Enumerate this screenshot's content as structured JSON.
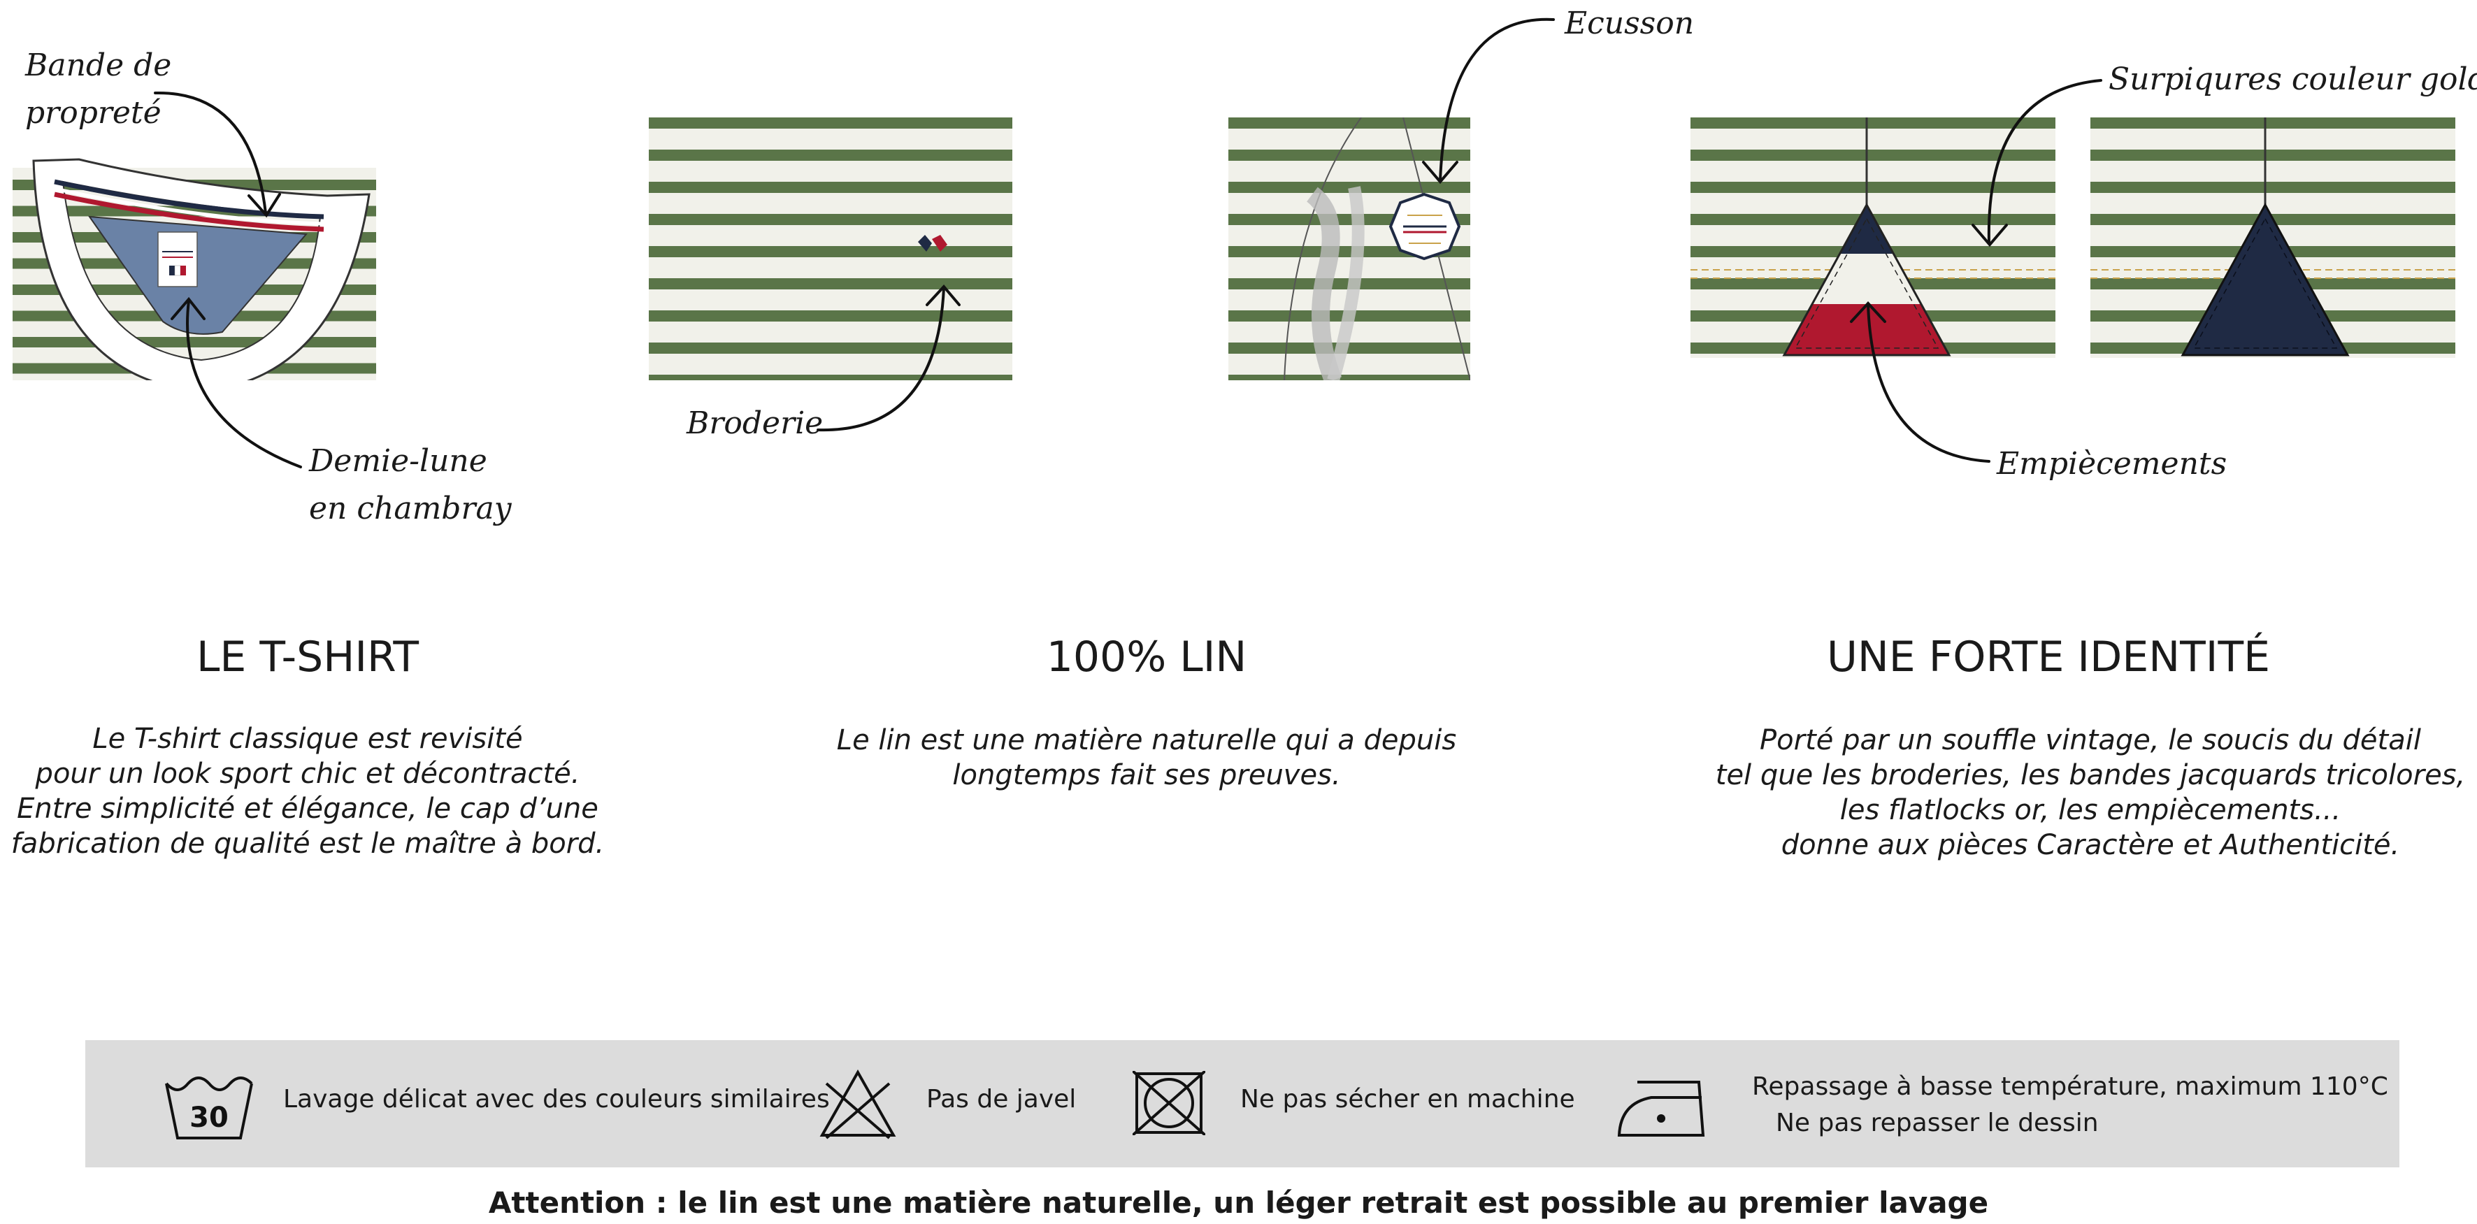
{
  "callouts": {
    "bande_line1": "Bande de",
    "bande_line2": "propreté",
    "demilune_line1": "Demie-lune",
    "demilune_line2": "en chambray",
    "broderie": "Broderie",
    "ecusson": "Ecusson",
    "surpiqures": "Surpiqures couleur gold",
    "empiecements": "Empiècements"
  },
  "sections": [
    {
      "title": "LE T-SHIRT",
      "lines": [
        "Le T-shirt classique est revisité",
        "pour un look sport chic et décontracté.",
        "Entre simplicité et élégance, le cap d’une",
        "fabrication de qualité est le maître à bord."
      ]
    },
    {
      "title": "100% LIN",
      "lines": [
        "Le lin est une matière naturelle qui a depuis",
        "longtemps fait ses preuves."
      ]
    },
    {
      "title": "UNE FORTE IDENTITÉ",
      "lines": [
        "Porté par un souffle vintage, le soucis du détail",
        "tel que les broderies, les bandes jacquards tricolores,",
        "les flatlocks or, les empiècements...",
        "donne aux pièces Caractère et Authenticité."
      ]
    }
  ],
  "care": {
    "wash_icon_number": "30",
    "wash": "Lavage délicat avec des couleurs similaires",
    "bleach": "Pas de javel",
    "dryer": "Ne pas sécher en machine",
    "iron_line1": "Repassage à basse température, maximum 110°C",
    "iron_line2": "Ne pas repasser le dessin"
  },
  "warning": "Attention : le lin est une matière naturelle, un léger retrait est possible au premier lavage",
  "colors": {
    "stripe_green": "#5a7548",
    "fabric_cream": "#f1f1ea",
    "chambray": "#6a82a6",
    "navy": "#1f2a44",
    "red": "#b0182f",
    "gold": "#c9a24a",
    "care_band": "#dcdcdc"
  }
}
